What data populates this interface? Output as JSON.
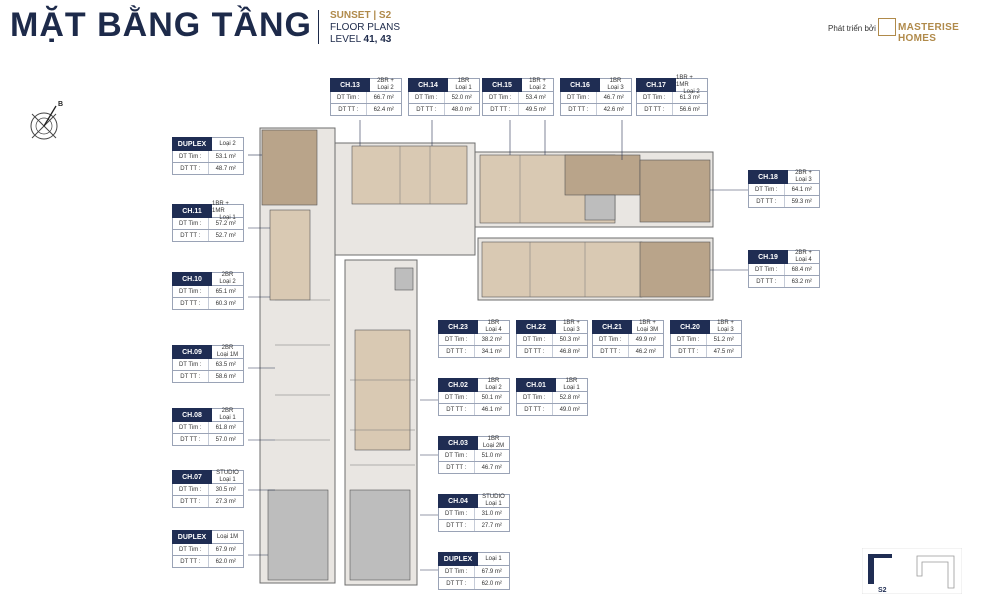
{
  "header": {
    "title": "MẶT BẰNG TẦNG",
    "project": "SUNSET | S2",
    "subtitle": "FLOOR PLANS",
    "level_label": "LEVEL",
    "level_value": "41, 43",
    "developer_prefix": "Phát triển bởi",
    "developer_name": "MASTERISE HOMES"
  },
  "compass": {
    "north_label": "B"
  },
  "labels": {
    "dt_tim": "DT Tim :",
    "dt_tt": "DT TT :"
  },
  "units": [
    {
      "code": "CH.13",
      "type1": "2BR +",
      "type2": "Loại 2",
      "tim": "66.7 m²",
      "tt": "62.4 m²"
    },
    {
      "code": "CH.14",
      "type1": "1BR",
      "type2": "Loại 1",
      "tim": "52.0 m²",
      "tt": "48.0 m²"
    },
    {
      "code": "CH.15",
      "type1": "1BR +",
      "type2": "Loại 2",
      "tim": "53.4 m²",
      "tt": "49.5 m²"
    },
    {
      "code": "CH.16",
      "type1": "1BR",
      "type2": "Loại 3",
      "tim": "46.7 m²",
      "tt": "42.6 m²"
    },
    {
      "code": "CH.17",
      "type1": "1BR + 1MR",
      "type2": "Loại 2",
      "tim": "61.3 m²",
      "tt": "56.6 m²"
    },
    {
      "code": "DUPLEX",
      "type1": "",
      "type2": "Loại 2",
      "tim": "53.1 m²",
      "tt": "48.7 m²"
    },
    {
      "code": "CH.11",
      "type1": "1BR + 1MR",
      "type2": "Loại 1",
      "tim": "57.2 m²",
      "tt": "52.7 m²"
    },
    {
      "code": "CH.10",
      "type1": "2BR",
      "type2": "Loại 2",
      "tim": "65.1 m²",
      "tt": "60.3 m²"
    },
    {
      "code": "CH.09",
      "type1": "2BR",
      "type2": "Loại 1M",
      "tim": "63.5 m²",
      "tt": "58.6 m²"
    },
    {
      "code": "CH.08",
      "type1": "2BR",
      "type2": "Loại 1",
      "tim": "61.8 m²",
      "tt": "57.0 m²"
    },
    {
      "code": "CH.07",
      "type1": "STUDIO",
      "type2": "Loại 1",
      "tim": "30.5 m²",
      "tt": "27.3 m²"
    },
    {
      "code": "DUPLEX",
      "type1": "",
      "type2": "Loại 1M",
      "tim": "67.9 m²",
      "tt": "62.0 m²"
    },
    {
      "code": "CH.18",
      "type1": "2BR +",
      "type2": "Loại 3",
      "tim": "64.1 m²",
      "tt": "59.3 m²"
    },
    {
      "code": "CH.19",
      "type1": "2BR +",
      "type2": "Loại 4",
      "tim": "68.4 m²",
      "tt": "63.2 m²"
    },
    {
      "code": "CH.23",
      "type1": "1BR",
      "type2": "Loại 4",
      "tim": "38.2 m²",
      "tt": "34.1 m²"
    },
    {
      "code": "CH.22",
      "type1": "1BR +",
      "type2": "Loại 3",
      "tim": "50.3 m²",
      "tt": "46.8 m²"
    },
    {
      "code": "CH.21",
      "type1": "1BR +",
      "type2": "Loại 3M",
      "tim": "49.9 m²",
      "tt": "46.2 m²"
    },
    {
      "code": "CH.20",
      "type1": "1BR +",
      "type2": "Loại 3",
      "tim": "51.2 m²",
      "tt": "47.5 m²"
    },
    {
      "code": "CH.02",
      "type1": "1BR",
      "type2": "Loại 2",
      "tim": "50.1 m²",
      "tt": "46.1 m²"
    },
    {
      "code": "CH.01",
      "type1": "1BR",
      "type2": "Loại 1",
      "tim": "52.8 m²",
      "tt": "49.0 m²"
    },
    {
      "code": "CH.03",
      "type1": "1BR",
      "type2": "Loại 2M",
      "tim": "51.0 m²",
      "tt": "46.7 m²"
    },
    {
      "code": "CH.04",
      "type1": "STUDIO",
      "type2": "Loại 1",
      "tim": "31.0 m²",
      "tt": "27.7 m²"
    },
    {
      "code": "DUPLEX",
      "type1": "",
      "type2": "Loại 1",
      "tim": "67.9 m²",
      "tt": "62.0 m²"
    }
  ],
  "keymap": {
    "label": "S2"
  }
}
